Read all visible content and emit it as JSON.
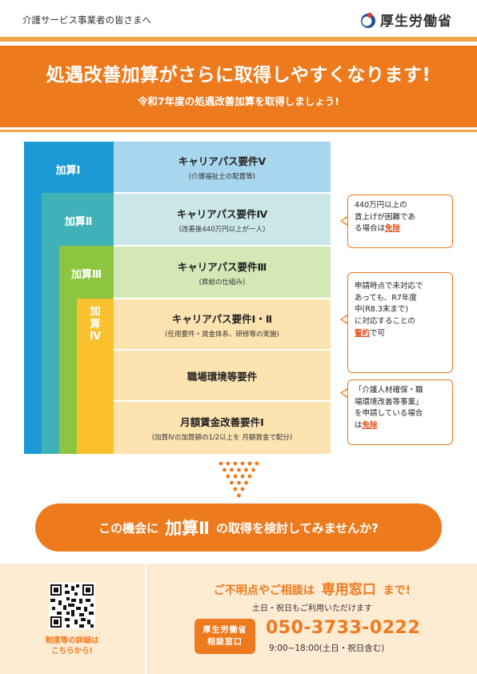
{
  "header": {
    "audience": "介護サービス事業者の皆さまへ",
    "ministry": "厚生労働省"
  },
  "banner": {
    "title": "処遇改善加算がさらに取得しやすくなります!",
    "subtitle": "令和7年度の処遇改善加算を取得しましょう!"
  },
  "levels": [
    {
      "label": "加算Ⅰ",
      "color": "#1b9ad6"
    },
    {
      "label": "加算Ⅱ",
      "color": "#3fb1b7"
    },
    {
      "label": "加算Ⅲ",
      "color": "#8cc540"
    },
    {
      "label": "加算Ⅳ",
      "color": "#f9c12e"
    }
  ],
  "requirements": [
    {
      "title": "キャリアパス要件Ⅴ",
      "note": "(介護福祉士の配置等)",
      "color": "#a9d6ef"
    },
    {
      "title": "キャリアパス要件Ⅳ",
      "note": "(改善後440万円以上が一人)",
      "color": "#cbe7e8"
    },
    {
      "title": "キャリアパス要件Ⅲ",
      "note": "(昇給の仕組み)",
      "color": "#d3e8b5"
    },
    {
      "title": "キャリアパス要件Ⅰ・Ⅱ",
      "note": "(任用要件・賃金体系、研修等の実施)",
      "color": "#fde3b0"
    },
    {
      "title": "職場環境等要件",
      "note": "",
      "color": "#fde3b0"
    },
    {
      "title": "月額賃金改善要件Ⅰ",
      "note": "(加算Ⅳの加算額の1/2以上を 月額賃金で配分)",
      "color": "#fde3b0"
    }
  ],
  "callouts": [
    {
      "lines": [
        "440万円以上の",
        "賃上げが困難であ",
        "る場合は"
      ],
      "emphasis": "免除",
      "tail": ""
    },
    {
      "lines": [
        "申請時点で未対応で",
        "あっても、R7年度",
        "中(R8.3末まで)",
        "に対応することの"
      ],
      "emphasis": "誓約",
      "tail": "で可"
    },
    {
      "lines": [
        "「介護人材確保・職",
        "場環境改善等事業」",
        "を申請している場合",
        "は"
      ],
      "emphasis": "免除",
      "tail": ""
    }
  ],
  "cta": {
    "before": "この機会に",
    "emphasis": "加算Ⅱ",
    "after": "の取得を検討してみませんか?"
  },
  "footer": {
    "qr_caption_1": "制度等の詳細は",
    "qr_caption_2": "こちらから!",
    "inquiry_before": "ご不明点やご相談は",
    "inquiry_emphasis": "専用窓口",
    "inquiry_after": "まで!",
    "availability": "土日・祝日もご利用いただけます",
    "badge_line1": "厚生労働省",
    "badge_line2": "相談窓口",
    "phone": "050-3733-0222",
    "hours": "9:00~18:00(土日・祝日含む)"
  },
  "colors": {
    "accent": "#ee7a1e",
    "accent_light": "#f5a24a",
    "footer_bg": "#fdebd2"
  }
}
